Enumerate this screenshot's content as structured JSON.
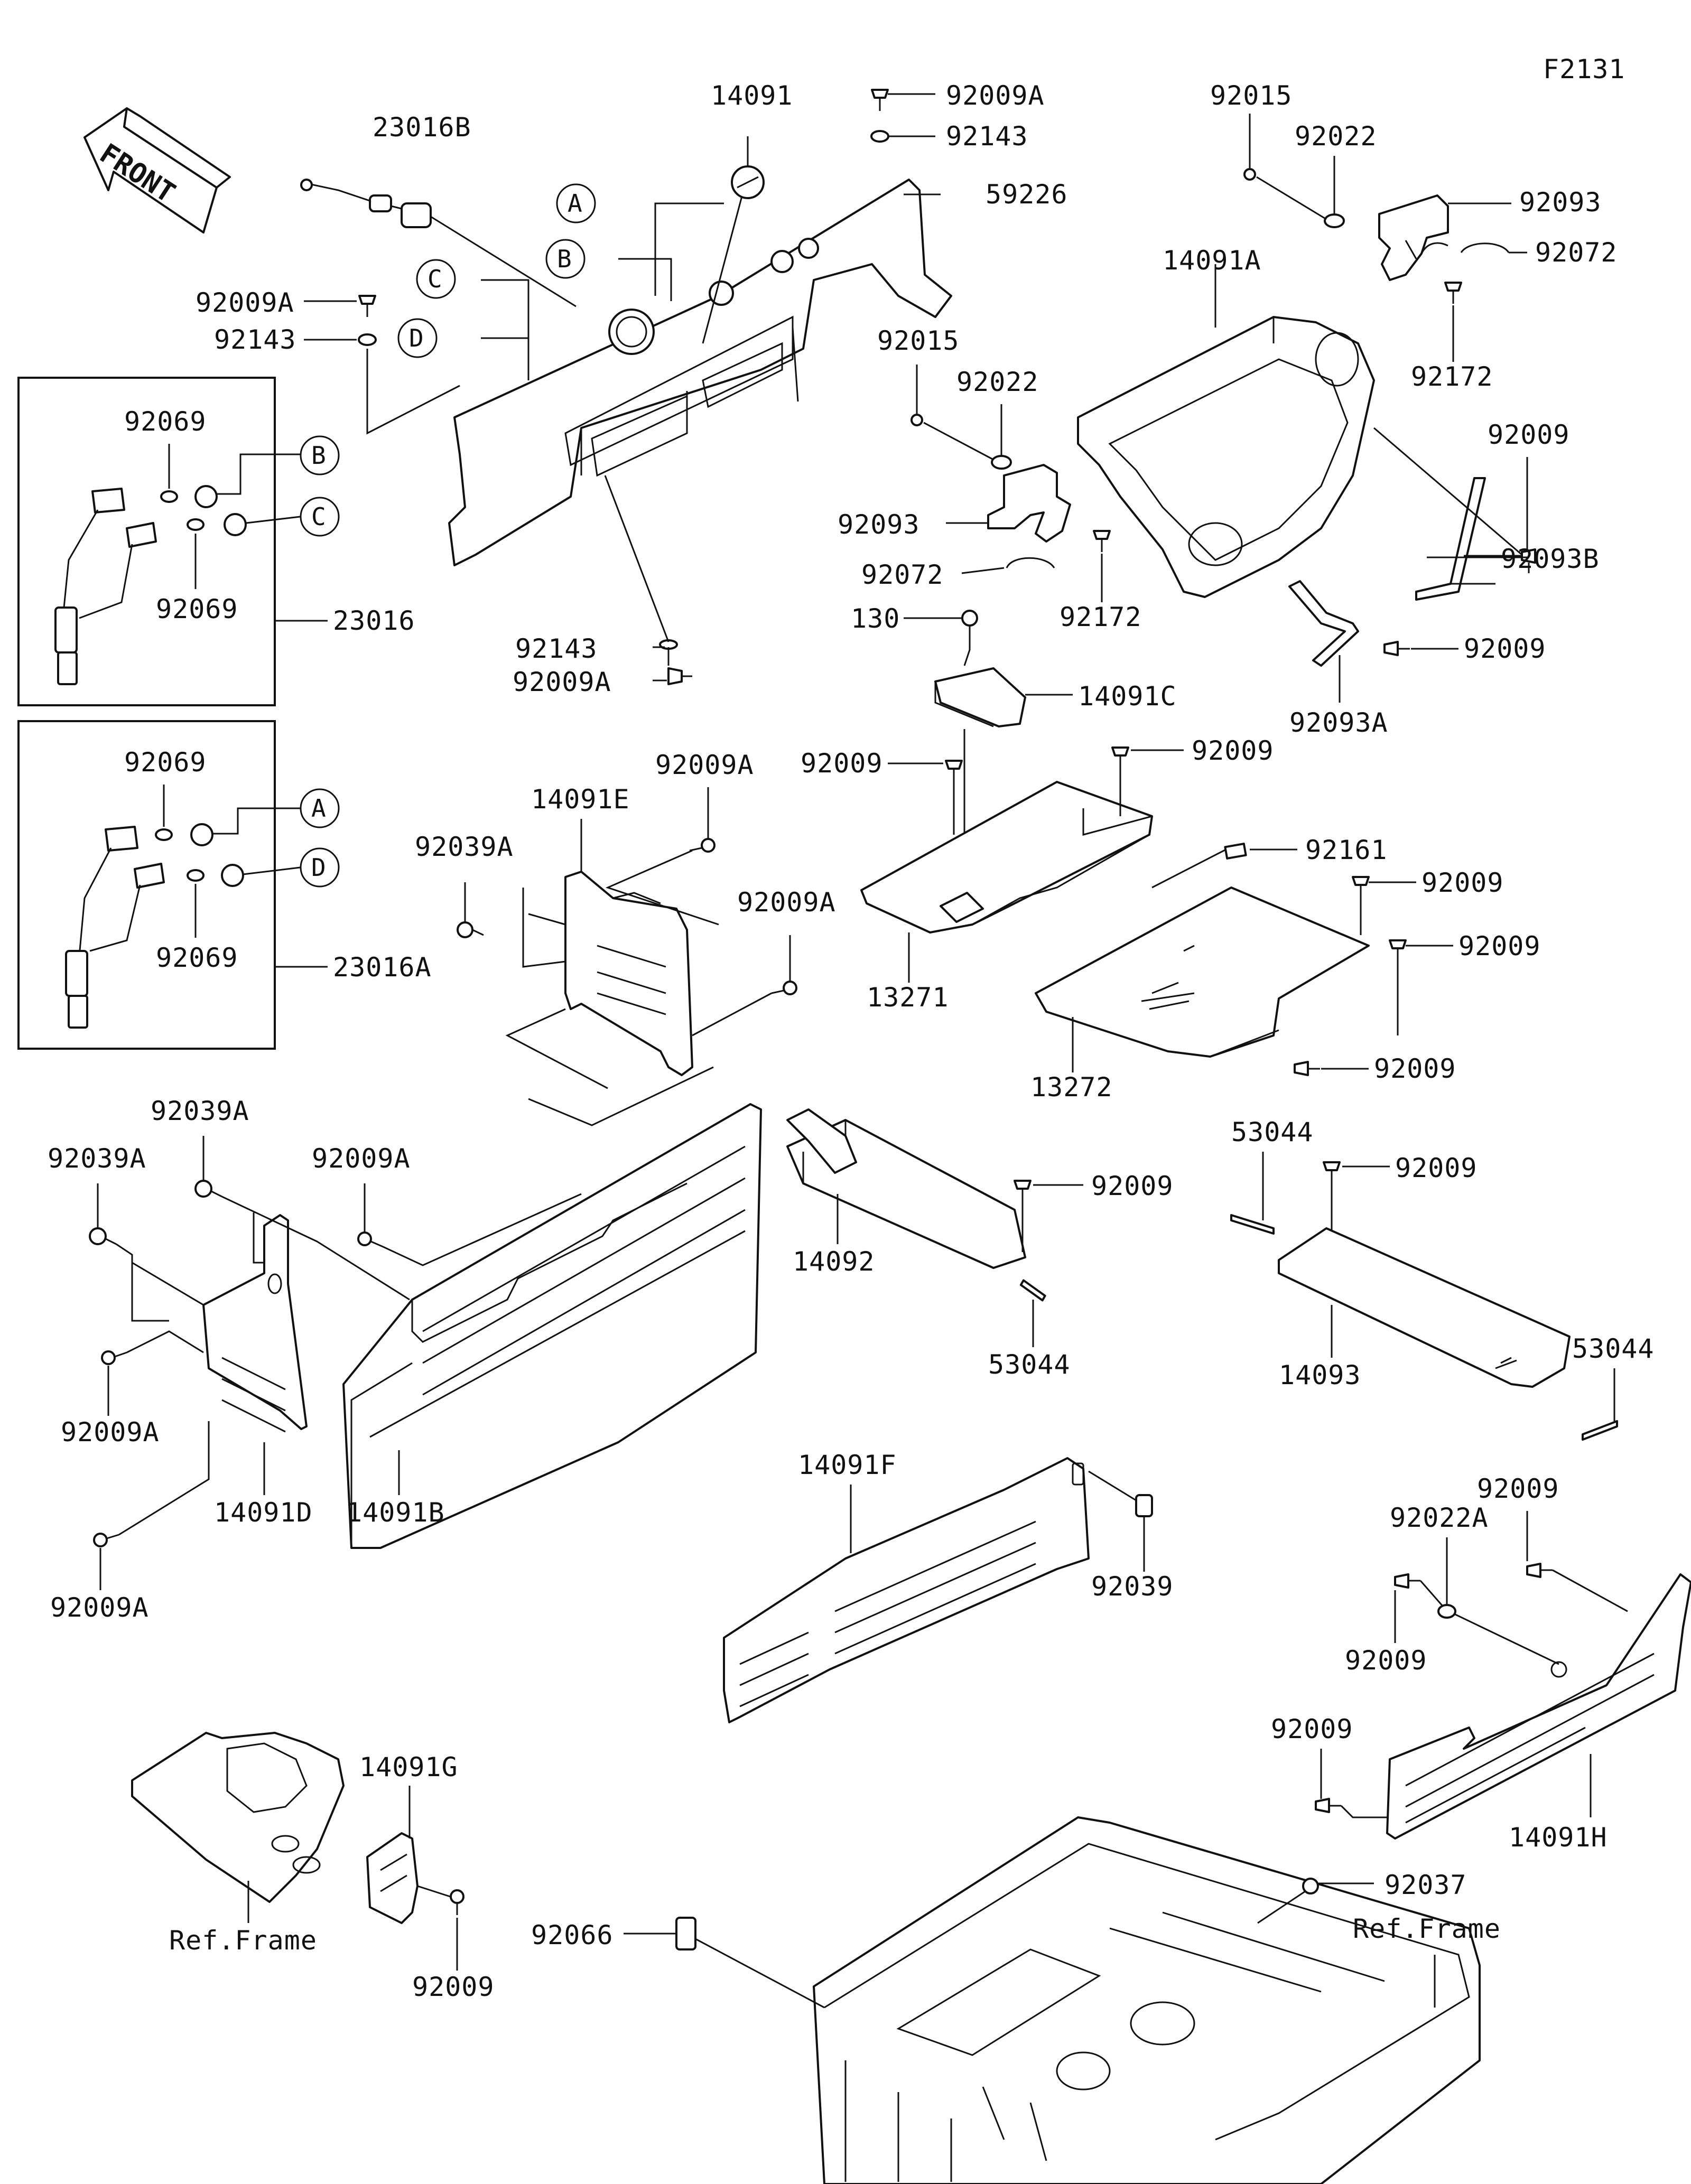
{
  "figure_code": "F2131",
  "front_label": "FRONT",
  "callouts": {
    "A": "A",
    "B": "B",
    "C": "C",
    "D": "D"
  },
  "parts": {
    "p14091": "14091",
    "p23016B": "23016B",
    "p92009A_top": "92009A",
    "p92143_top": "92143",
    "p59226": "59226",
    "p92015_a": "92015",
    "p92022_a": "92022",
    "p92093_a": "92093",
    "p92072_a": "92072",
    "p92172_a": "92172",
    "p14091A": "14091A",
    "p92009A_l": "92009A",
    "p92143_l": "92143",
    "p92015_b": "92015",
    "p92022_b": "92022",
    "p92093_b": "92093",
    "p92072_b": "92072",
    "p92172_b": "92172",
    "p92009_r": "92009",
    "p92093B": "92093B",
    "p92009_r2": "92009",
    "p92093A": "92093A",
    "p92069_1": "92069",
    "p92069_2": "92069",
    "p23016": "23016",
    "p92143_m": "92143",
    "p92009A_m": "92009A",
    "p130": "130",
    "p14091C": "14091C",
    "p92069_3": "92069",
    "p92069_4": "92069",
    "p23016A": "23016A",
    "p92009A_e": "92009A",
    "p14091E": "14091E",
    "p92039A_e": "92039A",
    "p92009A_e2": "92009A",
    "p92009_c1": "92009",
    "p92009_c2": "92009",
    "p92161": "92161",
    "p92009_c3": "92009",
    "p92009_c4": "92009",
    "p13271": "13271",
    "p13272": "13272",
    "p92009_c5": "92009",
    "p92039A_d1": "92039A",
    "p92039A_d2": "92039A",
    "p92009A_d1": "92009A",
    "p53044_r": "53044",
    "p92009_r3": "92009",
    "p92009_m2": "92009",
    "p14092": "14092",
    "p53044_m": "53044",
    "p14093": "14093",
    "p53044_r2": "53044",
    "p92009A_d2": "92009A",
    "p14091D": "14091D",
    "p14091B": "14091B",
    "p92009A_d3": "92009A",
    "p14091F": "14091F",
    "p92039": "92039",
    "p92009_h1": "92009",
    "p92022A": "92022A",
    "p92009_h2": "92009",
    "p92009_h3": "92009",
    "p14091H": "14091H",
    "p14091G": "14091G",
    "p92037": "92037",
    "p92066": "92066",
    "ref_frame_l": "Ref.Frame",
    "ref_frame_r": "Ref.Frame",
    "p92009_g": "92009"
  }
}
